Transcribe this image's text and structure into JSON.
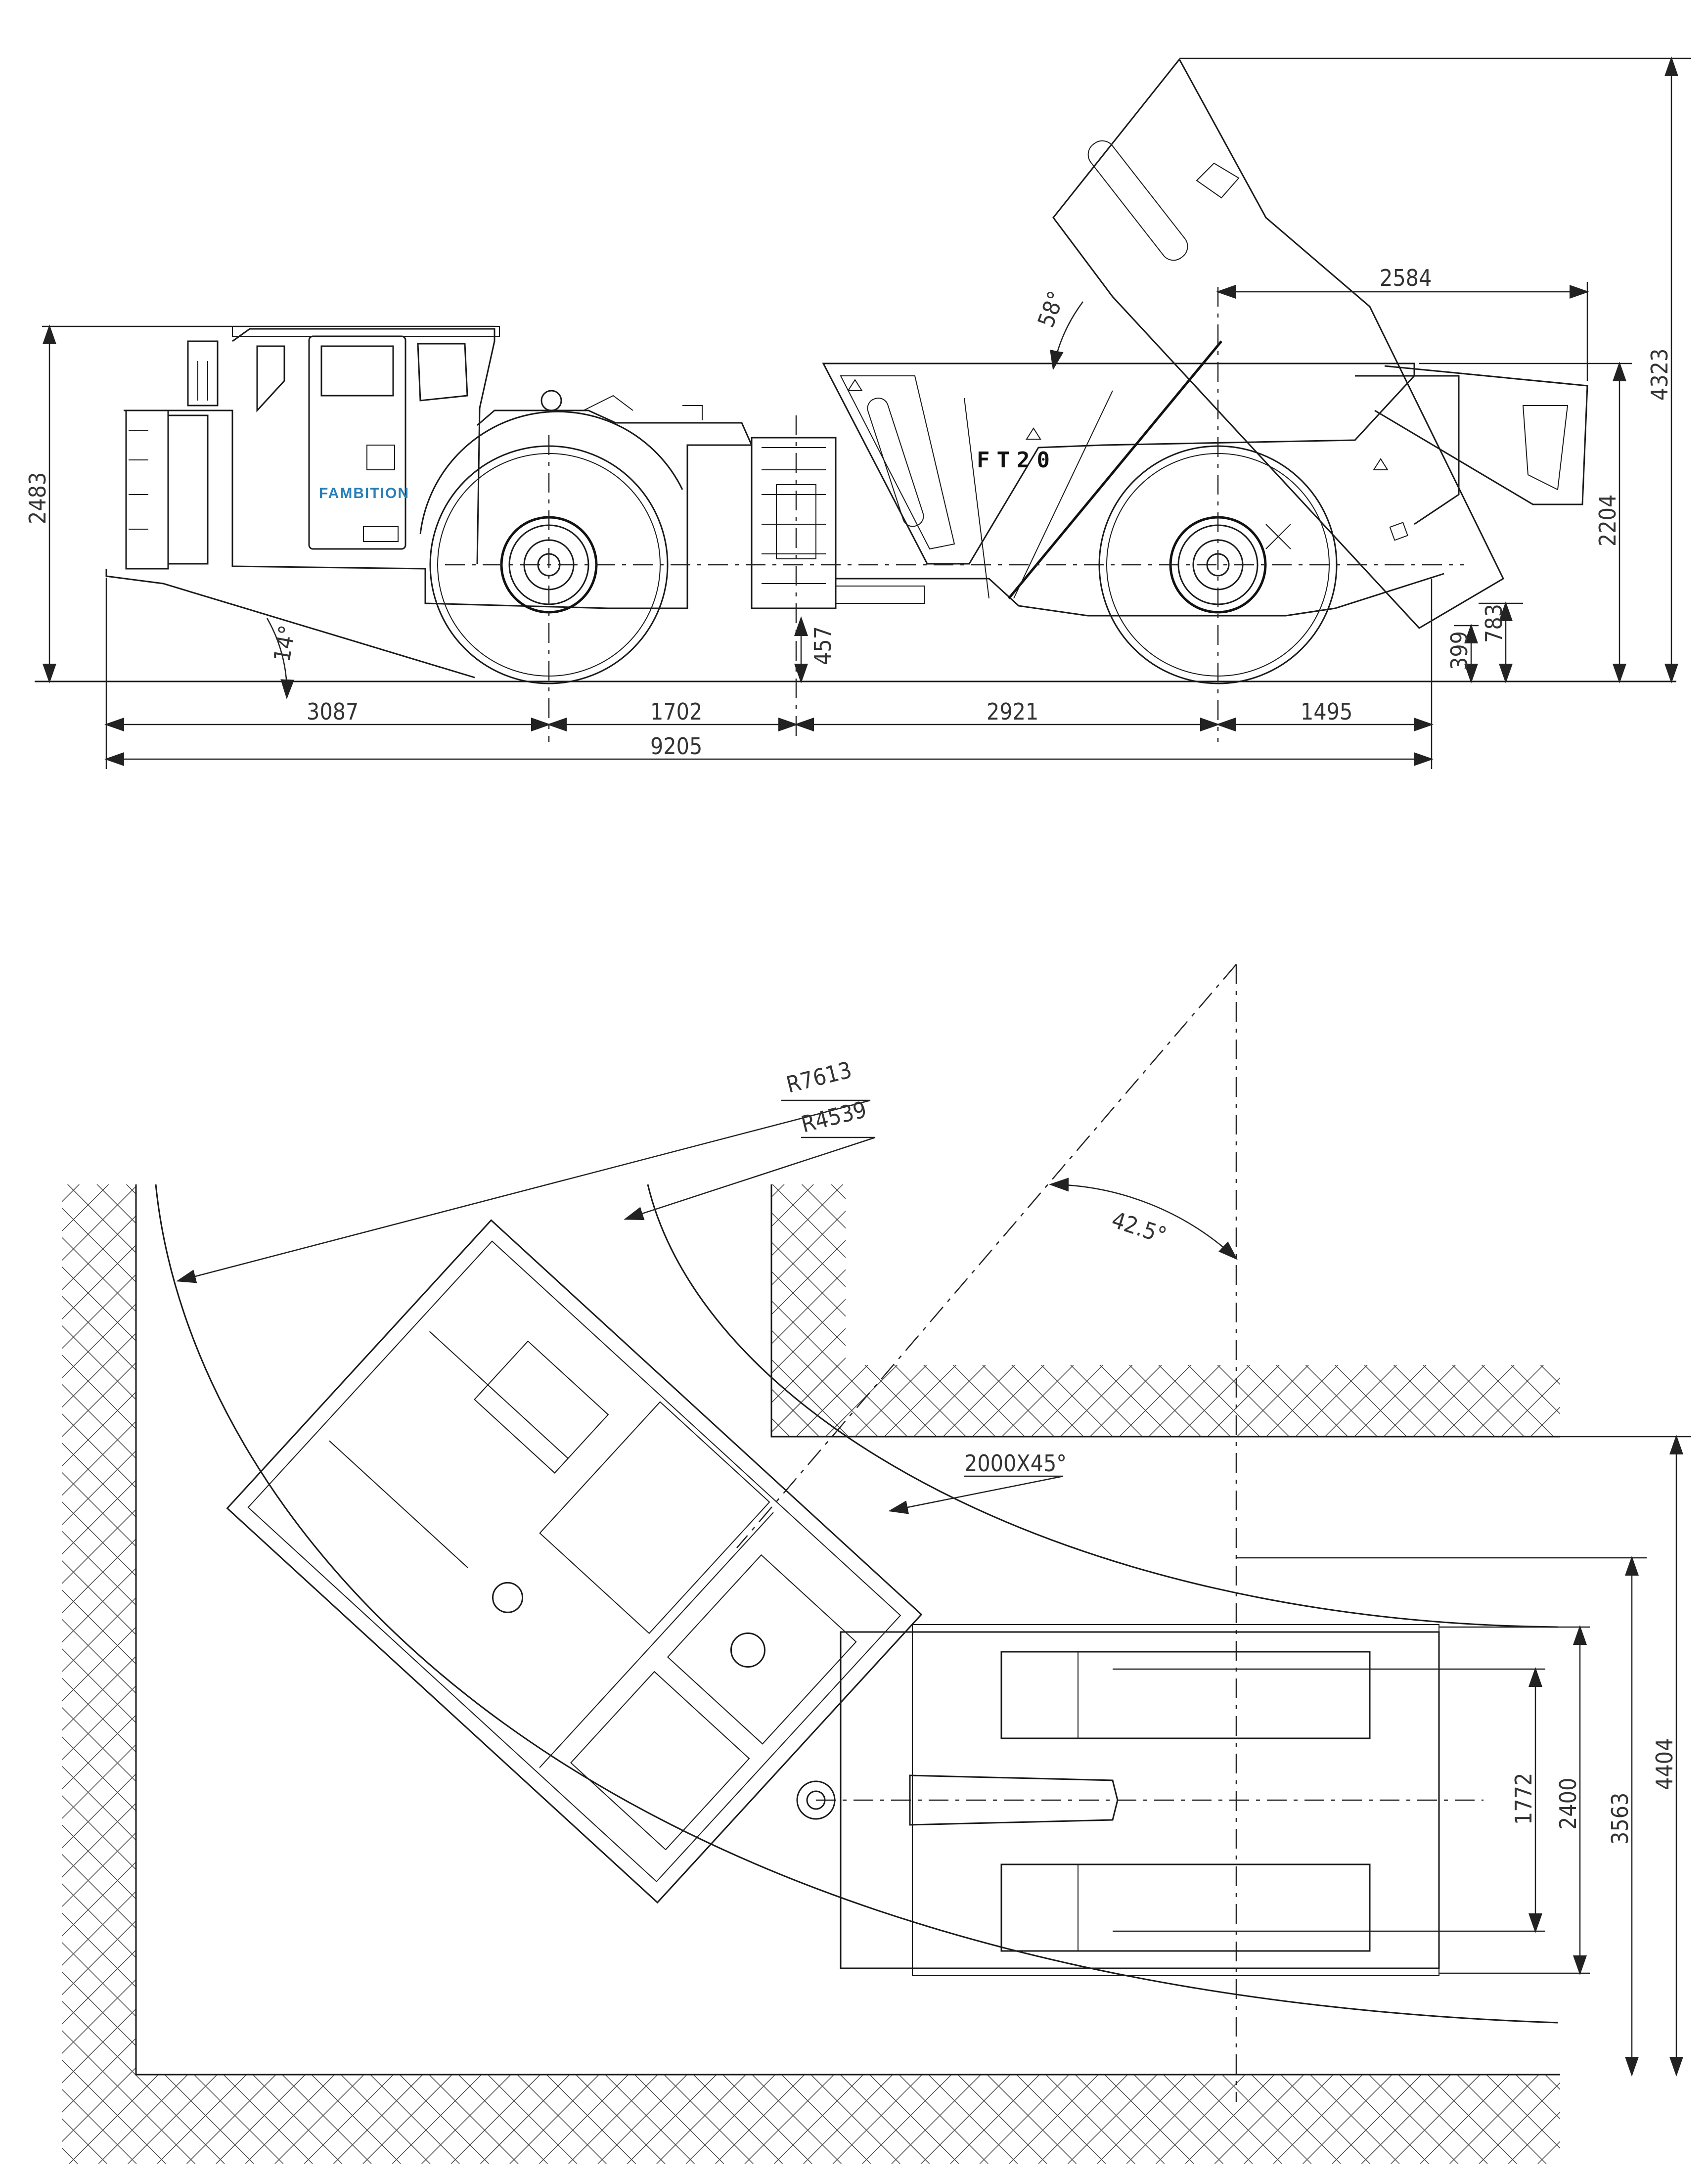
{
  "side_view": {
    "brand_label": "FAMBITION",
    "model_label": "FT20",
    "dim_overall_length": "9205",
    "dim_rear_overhang": "3087",
    "dim_rear_to_articulation": "1702",
    "dim_articulation_to_front_axle": "2921",
    "dim_front_overhang": "1495",
    "dim_height_cab": "2483",
    "dim_height_raised_box": "4323",
    "dim_height_box": "2204",
    "dim_box_reach": "2584",
    "dim_dump_angle": "58°",
    "dim_departure_angle": "14°",
    "dim_ground_clearance": "457",
    "dim_box_lip_low": "399",
    "dim_box_lip_high": "783"
  },
  "plan_view": {
    "dim_outer_radius": "R7613",
    "dim_inner_radius": "R4539",
    "dim_articulation_angle": "42.5°",
    "dim_corner_chamfer": "2000X45°",
    "dim_track": "1772",
    "dim_vehicle_width": "2400",
    "dim_tunnel_width": "3563",
    "dim_turning_width": "4404"
  }
}
